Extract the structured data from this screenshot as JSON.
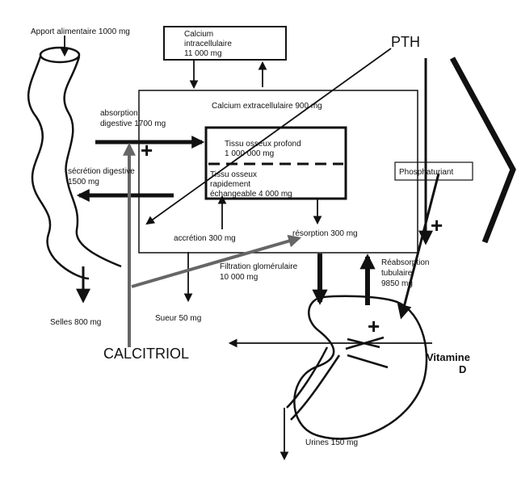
{
  "labels": {
    "apport": "Apport alimentaire 1000 mg",
    "calcium_intra_1": "Calcium",
    "calcium_intra_2": "intracellulaire",
    "calcium_intra_3": "11 000 mg",
    "pth": "PTH",
    "calcium_extra": "Calcium extracellulaire 900 mg",
    "absorption_1": "absorption",
    "absorption_2": "digestive 1700 mg",
    "tissu_profond_1": "Tissu osseux profond",
    "tissu_profond_2": "1 000 000 mg",
    "secretion_1": "sécrétion digestive",
    "secretion_2": "1500 mg",
    "tissu_rapide_1": "Tissu osseux",
    "tissu_rapide_2": "rapidement",
    "tissu_rapide_3": "échangeable 4 000 mg",
    "phosphaturiant": "Phosphaturiant",
    "accretion": "accrétion 300 mg",
    "resorption": "résorption 300 mg",
    "filtration_1": "Filtration glomérulaire",
    "filtration_2": "10 000 mg",
    "reabsorption_1": "Réabsorption",
    "reabsorption_2": "tubulaire",
    "reabsorption_3": "9850 mg",
    "selles": "Selles 800 mg",
    "sueur": "Sueur 50 mg",
    "calcitriol": "CALCITRIOL",
    "vitamine_1": "Vitamine",
    "vitamine_2": "D",
    "urines": "Urines 150 mg",
    "plus_sign": "+"
  }
}
